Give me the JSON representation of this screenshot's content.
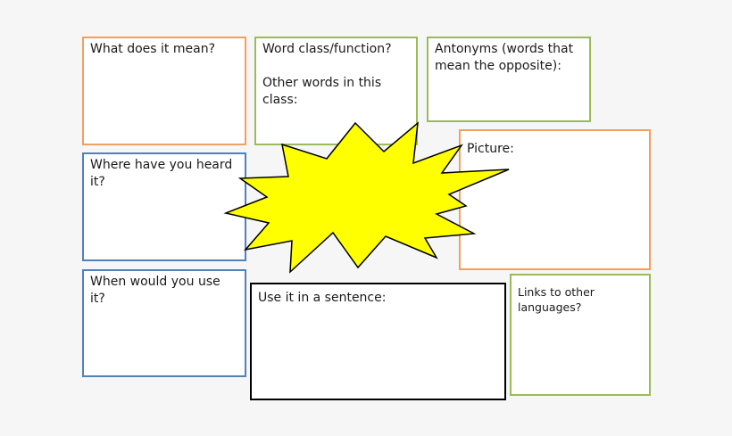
{
  "boxes": {
    "meaning": "What does it mean?",
    "word_class": "Word class/function?",
    "other_words": "Other words in this class:",
    "antonyms": "Antonyms (words that mean the opposite):",
    "heard": "Where have you heard it?",
    "picture": "Picture:",
    "use": "When would you use it?",
    "sentence": "Use it in a sentence:",
    "links": "Links to other languages?"
  },
  "colors": {
    "orange": "#f0a060",
    "green": "#9bbb59",
    "blue": "#4f81bd",
    "black": "#000000",
    "burst_fill": "#ffff00"
  }
}
